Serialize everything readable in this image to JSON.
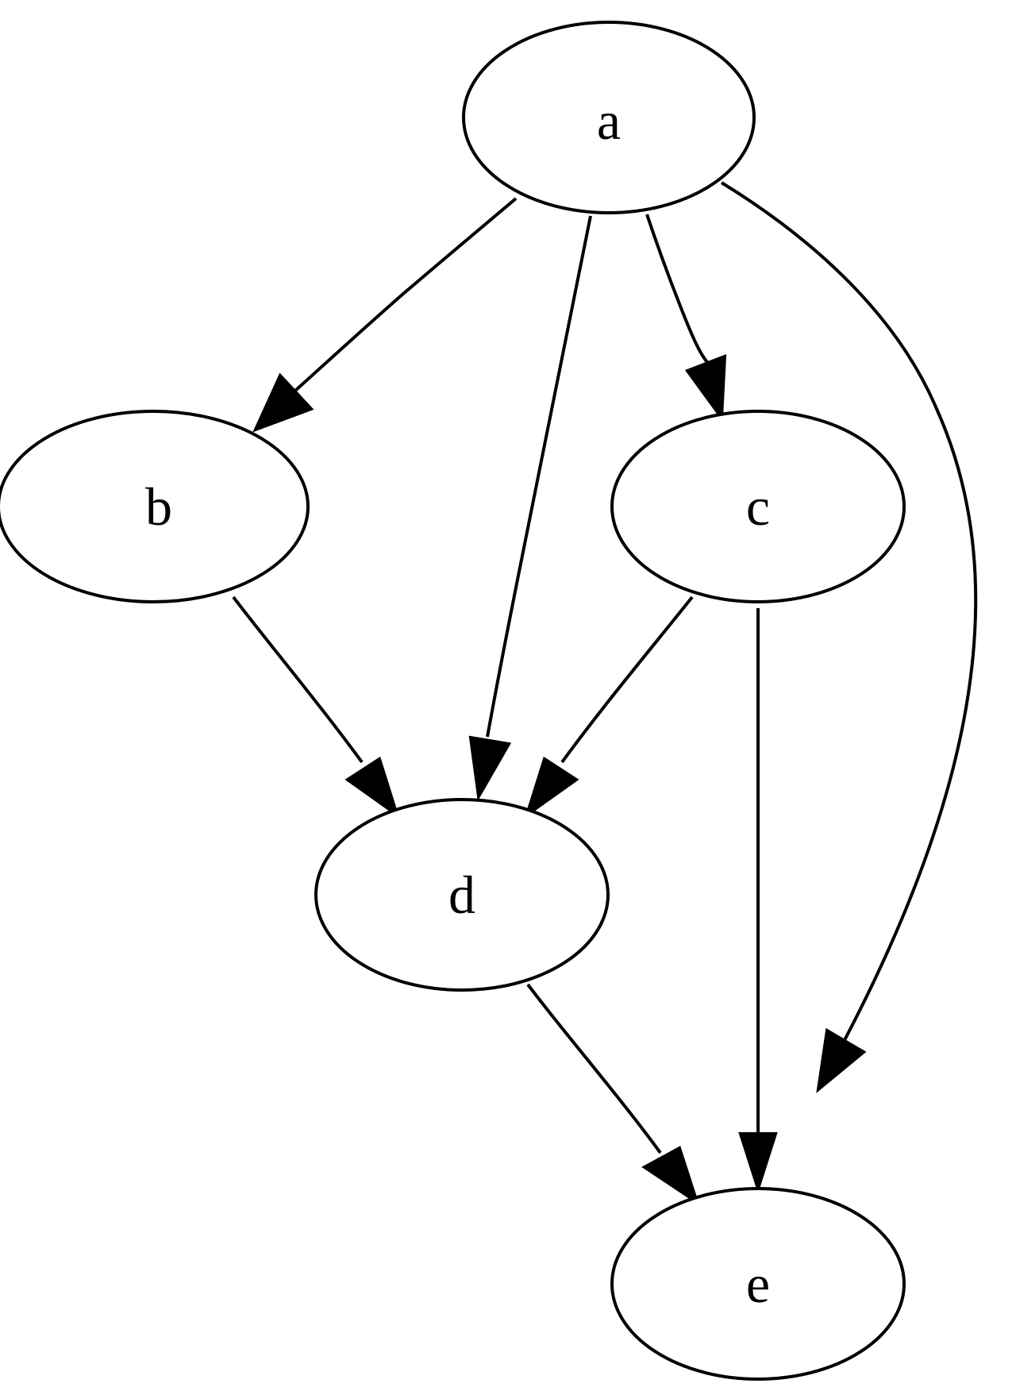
{
  "diagram": {
    "type": "directed-graph",
    "colors": {
      "stroke": "#000000",
      "fill": "#ffffff",
      "background": "#ffffff"
    },
    "nodes": [
      {
        "id": "a",
        "label": "a"
      },
      {
        "id": "b",
        "label": "b"
      },
      {
        "id": "c",
        "label": "c"
      },
      {
        "id": "d",
        "label": "d"
      },
      {
        "id": "e",
        "label": "e"
      }
    ],
    "edges": [
      {
        "from": "a",
        "to": "b"
      },
      {
        "from": "a",
        "to": "d"
      },
      {
        "from": "a",
        "to": "c"
      },
      {
        "from": "a",
        "to": "e"
      },
      {
        "from": "b",
        "to": "d"
      },
      {
        "from": "c",
        "to": "d"
      },
      {
        "from": "c",
        "to": "e"
      },
      {
        "from": "d",
        "to": "e"
      }
    ]
  }
}
